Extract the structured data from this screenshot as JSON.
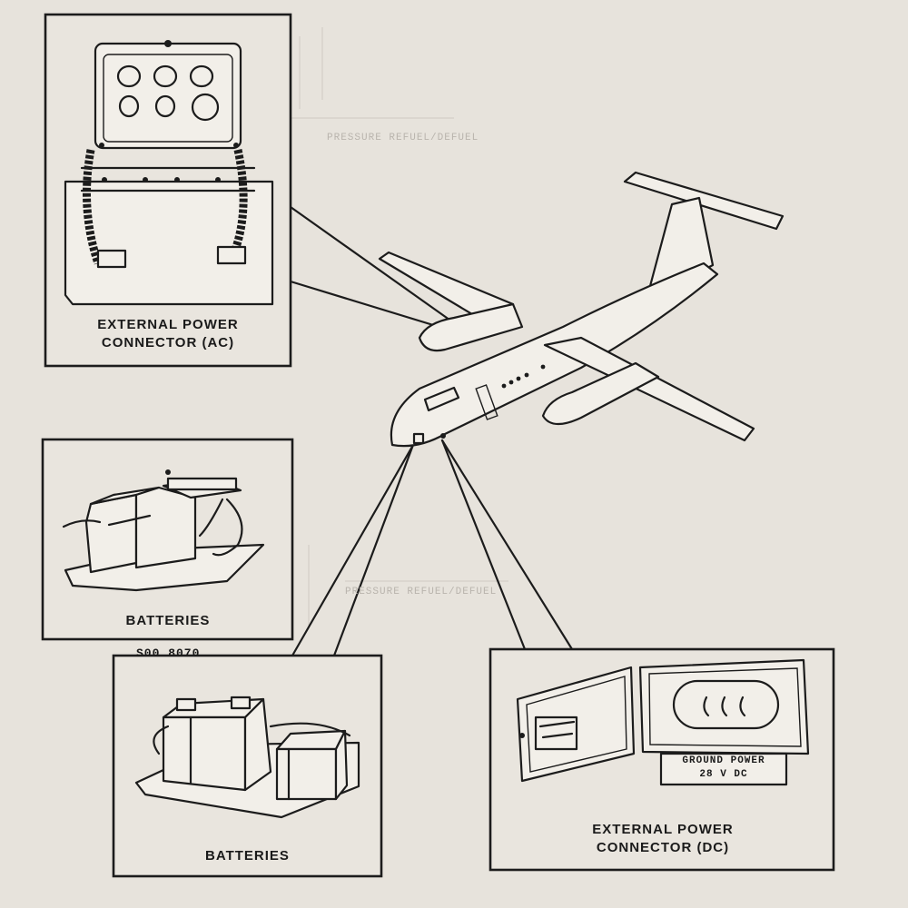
{
  "callouts": {
    "ac_connector": "EXTERNAL POWER\nCONNECTOR (AC)",
    "batteries_upper": "BATTERIES",
    "batteries_lower": "BATTERIES",
    "dc_connector": "EXTERNAL POWER\nCONNECTOR (DC)",
    "figure_number": "S00 8070",
    "ground_power_plate_line1": "GROUND POWER",
    "ground_power_plate_line2": "28 V DC"
  },
  "background_ghost_text": {
    "refuel_upper": "PRESSURE REFUEL/DEFUEL",
    "refuel_lower": "PRESSURE REFUEL/DEFUEL"
  }
}
